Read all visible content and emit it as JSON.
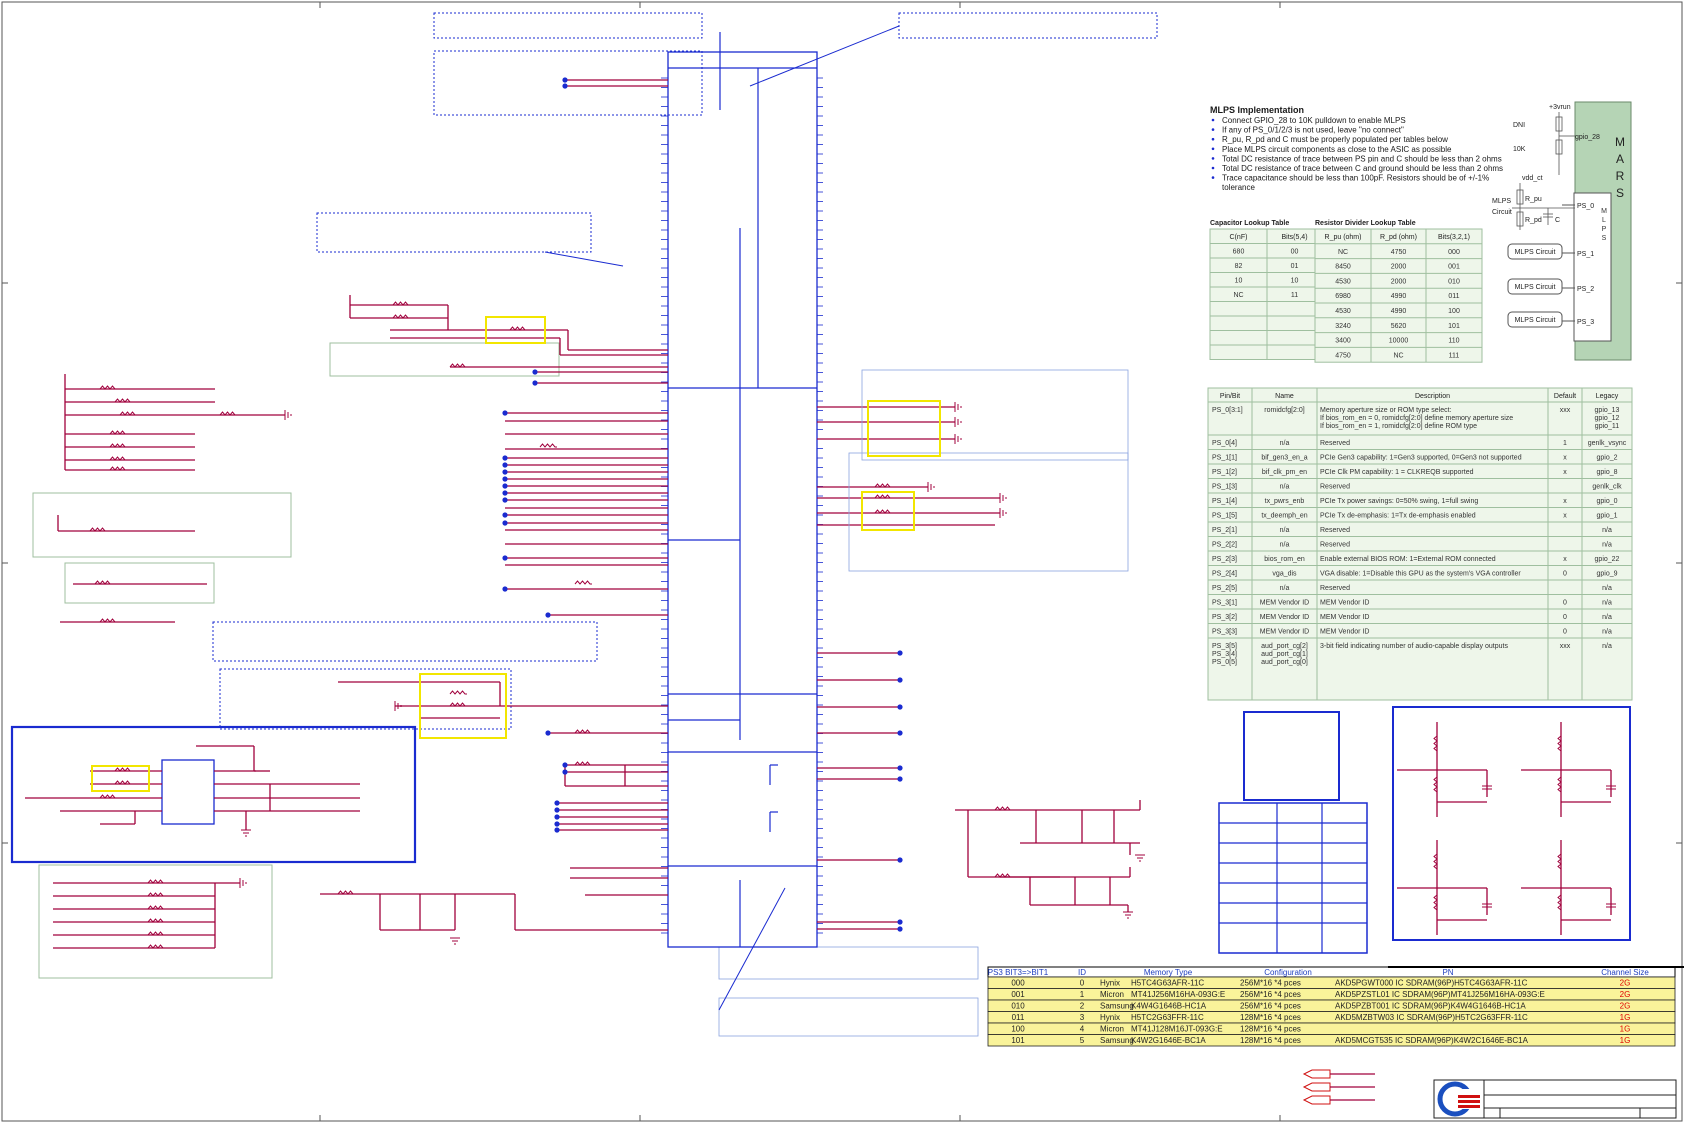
{
  "mlps": {
    "title": "MLPS Implementation",
    "bullets": [
      "Connect GPIO_28 to 10K pulldown to enable MLPS",
      "If any of PS_0/1/2/3 is not used, leave \"no connect\"",
      "R_pu, R_pd and C must be properly populated per tables below",
      "Place MLPS circuit components as close to the ASIC as possible",
      "Total DC resistance of trace between PS pin and C should be less than 2 ohms",
      "Total DC resistance of trace between C and ground should be less than 2 ohms",
      "Trace capacitance should be less than 100pF. Resistors should be of +/-1%"
    ],
    "bullet_tail": "tolerance",
    "cap_table": {
      "title": "Capacitor Lookup Table",
      "headers": [
        "C(nF)",
        "Bits(5,4)"
      ],
      "rows": [
        [
          "680",
          "00"
        ],
        [
          "82",
          "01"
        ],
        [
          "10",
          "10"
        ],
        [
          "NC",
          "11"
        ]
      ]
    },
    "res_table": {
      "title": "Resistor Divider Lookup Table",
      "headers": [
        "R_pu (ohm)",
        "R_pd (ohm)",
        "Bits(3,2,1)"
      ],
      "rows": [
        [
          "NC",
          "4750",
          "000"
        ],
        [
          "8450",
          "2000",
          "001"
        ],
        [
          "4530",
          "2000",
          "010"
        ],
        [
          "6980",
          "4990",
          "011"
        ],
        [
          "4530",
          "4990",
          "100"
        ],
        [
          "3240",
          "5620",
          "101"
        ],
        [
          "3400",
          "10000",
          "110"
        ],
        [
          "4750",
          "NC",
          "111"
        ]
      ]
    }
  },
  "mars_diagram": {
    "chip_letters": [
      "M",
      "A",
      "R",
      "S"
    ],
    "sub_letters": [
      "M",
      "L",
      "P",
      "S"
    ],
    "vrun": "+3vrun",
    "dni": "DNI",
    "r10k": "10K",
    "gpio": "gpio_28",
    "vdd": "vdd_ct",
    "rpu": "R_pu",
    "rpd": "R_pd",
    "cap": "C",
    "mlps_circuit_label": [
      "MLPS",
      "Circuit"
    ],
    "ps_pins": [
      "PS_0",
      "PS_1",
      "PS_2",
      "PS_3"
    ],
    "circuit_box_label": "MLPS Circuit"
  },
  "strap_table": {
    "headers": [
      "Pin/Bit",
      "Name",
      "Description",
      "Default",
      "Legacy"
    ],
    "rows": [
      {
        "pin": [
          "PS_0[3:1]"
        ],
        "name": [
          "romidcfg[2:0]"
        ],
        "desc": [
          "Memory aperture size or ROM type select:",
          "If bios_rom_en = 0, romidcfg[2:0] define memory aperture size",
          "If bios_rom_en = 1, romidcfg[2:0] define ROM type"
        ],
        "def": "xxx",
        "leg": [
          "gpio_13",
          "gpio_12",
          "gpio_11"
        ]
      },
      {
        "pin": [
          "PS_0[4]"
        ],
        "name": [
          "n/a"
        ],
        "desc": [
          "Reserved"
        ],
        "def": "1",
        "leg": [
          "genlk_vsync"
        ]
      },
      {
        "pin": [
          "PS_1[1]"
        ],
        "name": [
          "bif_gen3_en_a"
        ],
        "desc": [
          "PCIe Gen3 capability: 1=Gen3 supported, 0=Gen3 not supported"
        ],
        "def": "x",
        "leg": [
          "gpio_2"
        ]
      },
      {
        "pin": [
          "PS_1[2]"
        ],
        "name": [
          "bif_clk_pm_en"
        ],
        "desc": [
          "PCIe Clk PM capability: 1 = CLKREQB supported"
        ],
        "def": "x",
        "leg": [
          "gpio_8"
        ]
      },
      {
        "pin": [
          "PS_1[3]"
        ],
        "name": [
          "n/a"
        ],
        "desc": [
          "Reserved"
        ],
        "def": "",
        "leg": [
          "genlk_clk"
        ]
      },
      {
        "pin": [
          "PS_1[4]"
        ],
        "name": [
          "tx_pwrs_enb"
        ],
        "desc": [
          "PCIe Tx power savings: 0=50% swing, 1=full swing"
        ],
        "def": "x",
        "leg": [
          "gpio_0"
        ]
      },
      {
        "pin": [
          "PS_1[5]"
        ],
        "name": [
          "tx_deemph_en"
        ],
        "desc": [
          "PCIe Tx de-emphasis: 1=Tx de-emphasis  enabled"
        ],
        "def": "x",
        "leg": [
          "gpio_1"
        ]
      },
      {
        "pin": [
          "PS_2[1]"
        ],
        "name": [
          "n/a"
        ],
        "desc": [
          "Reserved"
        ],
        "def": "",
        "leg": [
          "n/a"
        ]
      },
      {
        "pin": [
          "PS_2[2]"
        ],
        "name": [
          "n/a"
        ],
        "desc": [
          "Reserved"
        ],
        "def": "",
        "leg": [
          "n/a"
        ]
      },
      {
        "pin": [
          "PS_2[3]"
        ],
        "name": [
          "bios_rom_en"
        ],
        "desc": [
          "Enable external BIOS ROM: 1=External ROM connected"
        ],
        "def": "x",
        "leg": [
          "gpio_22"
        ]
      },
      {
        "pin": [
          "PS_2[4]"
        ],
        "name": [
          "vga_dis"
        ],
        "desc": [
          "VGA disable: 1=Disable this GPU as the system's VGA controller"
        ],
        "def": "0",
        "leg": [
          "gpio_9"
        ]
      },
      {
        "pin": [
          "PS_2[5]"
        ],
        "name": [
          "n/a"
        ],
        "desc": [
          "Reserved"
        ],
        "def": "",
        "leg": [
          "n/a"
        ]
      },
      {
        "pin": [
          "PS_3[1]"
        ],
        "name": [
          "MEM Vendor ID"
        ],
        "desc": [
          "MEM Vendor ID"
        ],
        "def": "0",
        "leg": [
          "n/a"
        ]
      },
      {
        "pin": [
          "PS_3[2]"
        ],
        "name": [
          "MEM Vendor ID"
        ],
        "desc": [
          "MEM Vendor ID"
        ],
        "def": "0",
        "leg": [
          "n/a"
        ]
      },
      {
        "pin": [
          "PS_3[3]"
        ],
        "name": [
          "MEM Vendor ID"
        ],
        "desc": [
          "MEM Vendor ID"
        ],
        "def": "0",
        "leg": [
          "n/a"
        ]
      },
      {
        "pin": [
          "PS_3[5]",
          "PS_3[4]",
          "PS_0[5]"
        ],
        "name": [
          "aud_port_cg[2]",
          "aud_port_cg[1]",
          "aud_port_cg[0]"
        ],
        "desc": [
          "3-bit field indicating  number of audio-capable display outputs"
        ],
        "def": "xxx",
        "leg": [
          "n/a"
        ]
      }
    ]
  },
  "memory_table": {
    "headers": [
      "PS3 BIT3=>BIT1",
      "ID",
      "Memory Type",
      "Configuration",
      "PN",
      "Channel Size"
    ],
    "rows": [
      {
        "bits": "000",
        "id": "0",
        "vendor": "Hynix",
        "part": "H5TC4G63AFR-11C",
        "config": "256M*16 *4 pces",
        "pn": "AKD5PGWT000  IC SDRAM(96P)H5TC4G63AFR-11C",
        "size": "2G"
      },
      {
        "bits": "001",
        "id": "1",
        "vendor": "Micron",
        "part": "MT41J256M16HA-093G:E",
        "config": "256M*16 *4 pces",
        "pn": "AKD5PZSTL01  IC SDRAM(96P)MT41J256M16HA-093G:E",
        "size": "2G"
      },
      {
        "bits": "010",
        "id": "2",
        "vendor": "Samsung",
        "part": "K4W4G1646B-HC1A",
        "config": "256M*16 *4 pces",
        "pn": "AKD5PZBT001 IC SDRAM(96P)K4W4G1646B-HC1A",
        "size": "2G"
      },
      {
        "bits": "011",
        "id": "3",
        "vendor": "Hynix",
        "part": "H5TC2G63FFR-11C",
        "config": "128M*16 *4 pces",
        "pn": "AKD5MZBTW03  IC SDRAM(96P)H5TC2G63FFR-11C",
        "size": "1G"
      },
      {
        "bits": "100",
        "id": "4",
        "vendor": "Micron",
        "part": "MT41J128M16JT-093G:E",
        "config": "128M*16 *4 pces",
        "pn": "",
        "size": "1G"
      },
      {
        "bits": "101",
        "id": "5",
        "vendor": "Samsung",
        "part": "K4W2G1646E-BC1A",
        "config": "128M*16 *4 pces",
        "pn": "AKD5MCGT535  IC SDRAM(96P)K4W2C1646E-BC1A",
        "size": "1G"
      }
    ]
  }
}
